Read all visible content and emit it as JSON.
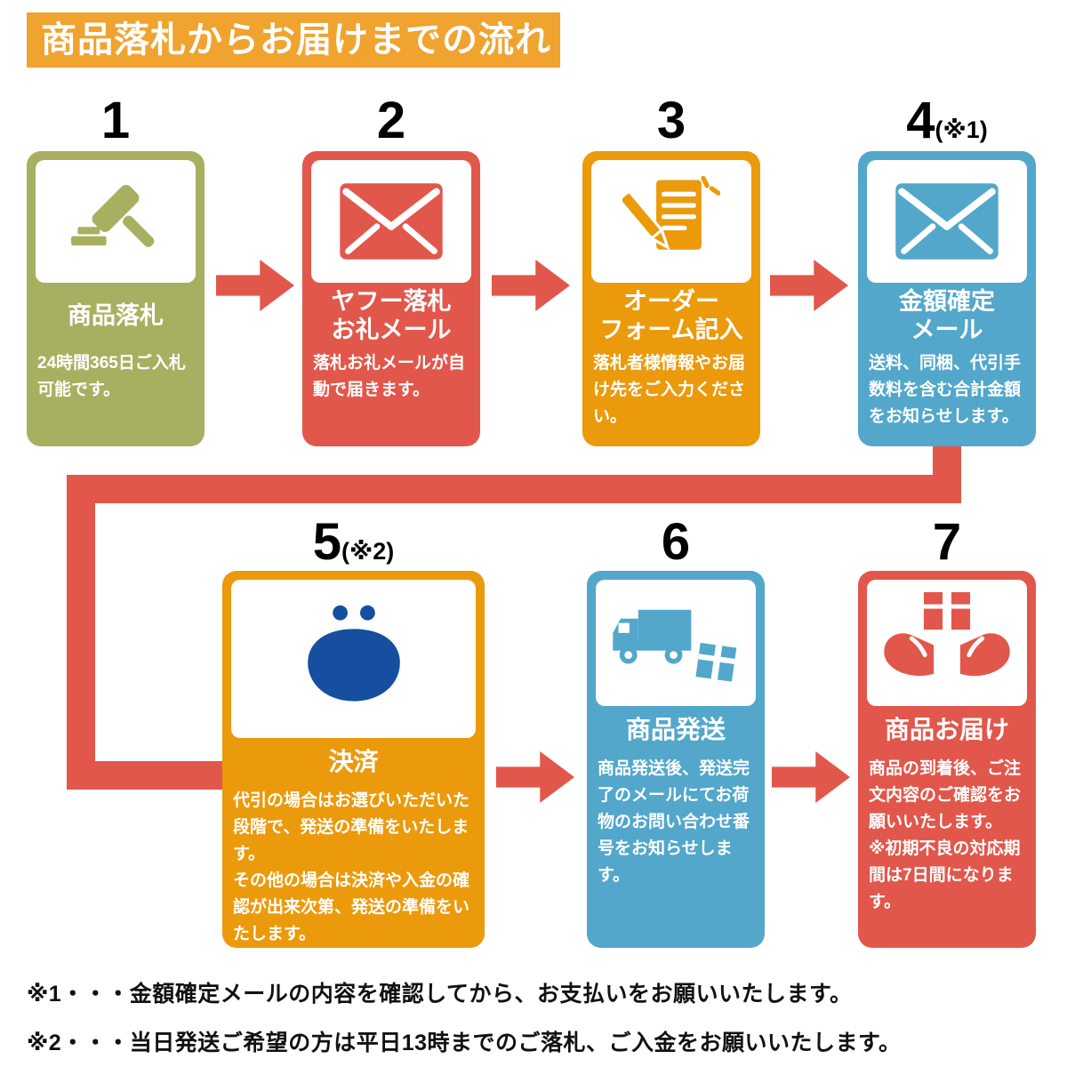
{
  "title_banner": "商品落札からお届けまでの流れ",
  "colors": {
    "banner": "#F0A32E",
    "olive": "#A9AF60",
    "red": "#E2574B",
    "orange": "#EB9A0C",
    "blue": "#52A7CB",
    "purse_navy": "#164F9F",
    "arrow": "#E2574B"
  },
  "steps": [
    {
      "number": "1",
      "title": "商品落札",
      "desc": "24時間365日ご入札可能です。",
      "icon": "gavel-icon",
      "color": "#A9AF60"
    },
    {
      "number": "2",
      "title": "ヤフー落札\nお礼メール",
      "desc": "落札お礼メールが自動で届きます。",
      "icon": "mail-icon",
      "color": "#E2574B"
    },
    {
      "number": "3",
      "title": "オーダー\nフォーム記入",
      "desc": "落札者様情報やお届け先をご入力ください。",
      "icon": "order-form-icon",
      "color": "#EB9A0C"
    },
    {
      "number": "4",
      "suffix": "(※1)",
      "title": "金額確定\nメール",
      "desc": "送料、同梱、代引手数料を含む合計金額をお知らせします。",
      "icon": "mail-icon",
      "color": "#52A7CB"
    },
    {
      "number": "5",
      "suffix": "(※2)",
      "title": "決済",
      "desc": "代引の場合はお選びいただいた段階で、発送の準備をいたします。\nその他の場合は決済や入金の確認が出来次第、発送の準備をいたします。",
      "icon": "purse-icon",
      "color": "#EB9A0C"
    },
    {
      "number": "6",
      "title": "商品発送",
      "desc": "商品発送後、発送完了のメールにてお荷物のお問い合わせ番号をお知らせします。",
      "icon": "truck-icon",
      "color": "#52A7CB"
    },
    {
      "number": "7",
      "title": "商品お届け",
      "desc": "商品の到着後、ご注文内容のご確認をお願いいたします。\n※初期不良の対応期間は7日間になります。",
      "icon": "delivery-hands-icon",
      "color": "#E2574B"
    }
  ],
  "footnotes": [
    "※1・・・金額確定メールの内容を確認してから、お支払いをお願いいたします。",
    "※2・・・当日発送ご希望の方は平日13時までのご落札、ご入金をお願いいたします。"
  ]
}
